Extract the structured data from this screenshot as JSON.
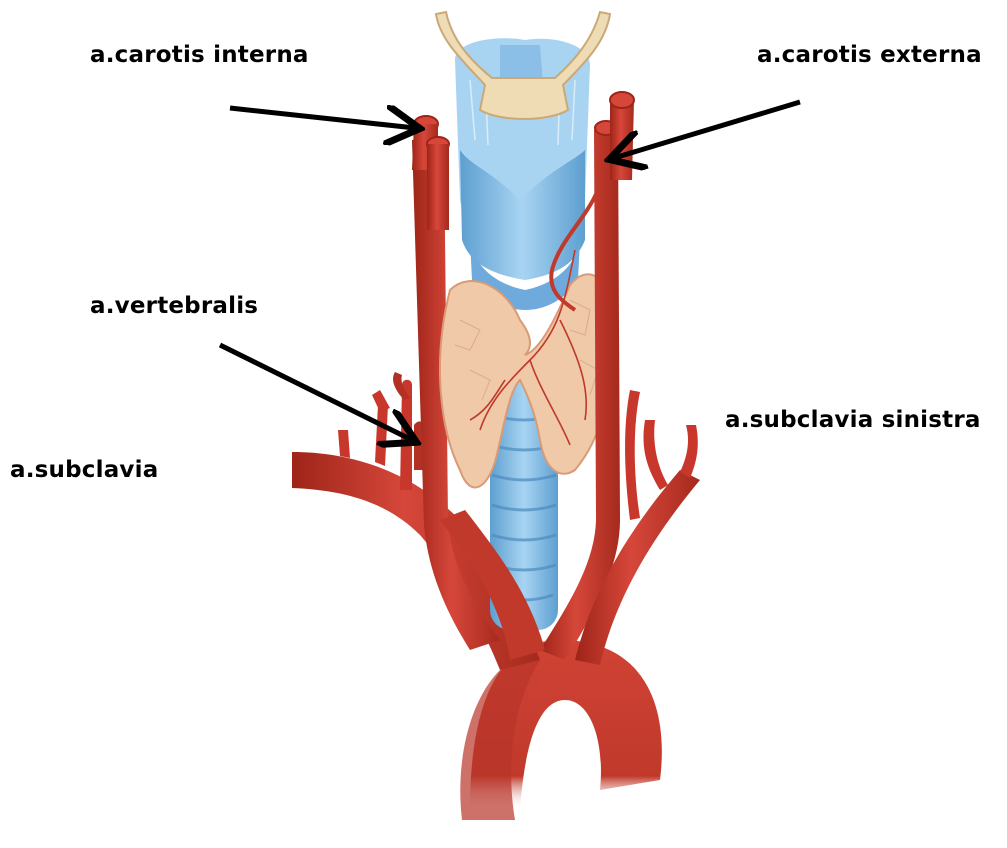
{
  "labels": {
    "carotis_interna": "a.carotis interna",
    "carotis_externa": "a.carotis externa",
    "vertebralis": "a.vertebralis",
    "subclavia_sinistra": "a.subclavia sinistra",
    "subclavia": "a.subclavia"
  },
  "colors": {
    "artery": "#c8372b",
    "artery_dark": "#9e2418",
    "cartilage": "#8cc3e8",
    "cartilage_dark": "#5d9fd0",
    "thyroid": "#f0c9a8",
    "hyoid": "#efdcb4",
    "arrow": "#000000"
  }
}
